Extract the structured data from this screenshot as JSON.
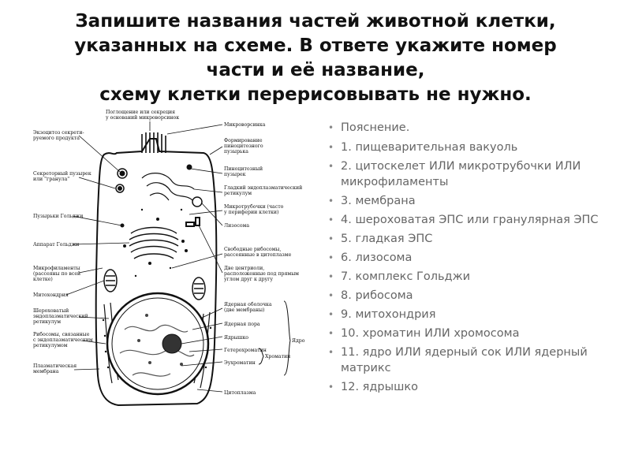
{
  "title": {
    "lines": [
      "Запишите названия частей животной клетки,",
      "указанных на схеме. В ответе укажите номер",
      "части и её название,",
      "схему клетки перерисовывать не нужно."
    ]
  },
  "diagram": {
    "left_labels": [
      "Экзоцитоз секрети-",
      "руемого продукта",
      "Секреторный пузырек",
      "или \"гранула\"",
      "Пузырьки Гольджи",
      "Аппарат Гольджи",
      "Микрофиламенты",
      "(рассеяны по всей",
      "клетке)",
      "Митохондрия",
      "Шероховатый",
      "эндоплазматический",
      "ретикулум",
      "Рибосомы, связанные",
      "с эндоплазматическим",
      "ретикулумом",
      "Плазматическая",
      "мембрана"
    ],
    "top_labels": [
      "Поглощение или секреция",
      "у оснований микроворсинок"
    ],
    "right_labels": [
      "Микроворсинка",
      "Формирование",
      "пиноцитозного",
      "пузырька",
      "Пиноцитозный",
      "пузырек",
      "Гладкий эндоплазматический",
      "ретикулум",
      "Микротрубочки (часто",
      "у периферии клетки)",
      "Лизосома",
      "Свободные рибосомы,",
      "рассеянные в цитоплазме",
      "Две центриоли,",
      "расположенные под прямым",
      "углом друг к другу",
      "Ядерная оболочка",
      "(две мембраны)",
      "Ядерная пора",
      "Ядрышко",
      "Гетерохроматин",
      "Эухроматин",
      "Цитоплазма"
    ],
    "group_labels": [
      "Хроматин",
      "Ядро"
    ]
  },
  "explanation": {
    "heading": "Пояснение.",
    "items": [
      "1. пищеварительная вакуоль",
      "2. цитоскелет ИЛИ микротрубочки ИЛИ микрофиламенты",
      "3. мембрана",
      "4. шероховатая ЭПС или гранулярная ЭПС",
      "5. гладкая ЭПС",
      "6. лизосома",
      "7. комплекс Гольджи",
      "8. рибосома",
      "9. митохондрия",
      "10. хроматин ИЛИ хромосома",
      "11. ядро ИЛИ ядерный сок ИЛИ ядерный матрикс",
      "12. ядрышко"
    ]
  }
}
